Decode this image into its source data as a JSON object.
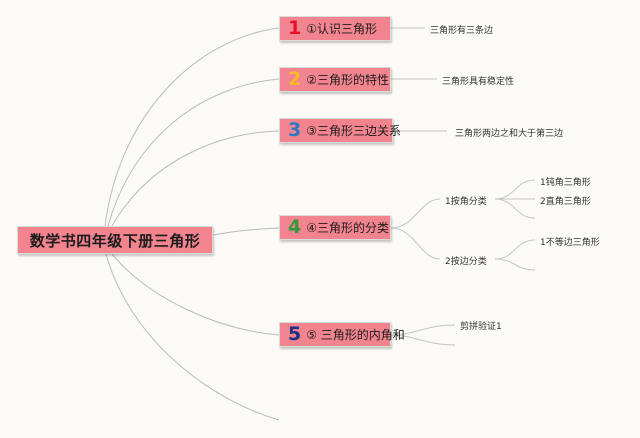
{
  "root": {
    "label": "数学书四年级下册三角形"
  },
  "topics": [
    {
      "num": "1",
      "num_color": "#e8102e",
      "label": "①认识三角形",
      "children": [
        "三角形有三条边"
      ]
    },
    {
      "num": "2",
      "num_color": "#f5b92a",
      "label": "②三角形的特性",
      "children": [
        "三角形具有稳定性"
      ]
    },
    {
      "num": "3",
      "num_color": "#2f78c8",
      "label": "③三角形三边关系",
      "children": [
        "三角形两边之和大于第三边"
      ]
    },
    {
      "num": "4",
      "num_color": "#2e9a3a",
      "label": "④三角形的分类",
      "children": []
    },
    {
      "num": "5",
      "num_color": "#1e2d86",
      "label": "⑤ 三角形的内角和",
      "children": [
        "剪拼验证1"
      ]
    }
  ],
  "classification": {
    "by_angle": {
      "label": "1按角分类",
      "children": [
        "1钝角三角形",
        "2直角三角形"
      ]
    },
    "by_side": {
      "label": "2按边分类",
      "children": [
        "1不等边三角形"
      ]
    }
  }
}
